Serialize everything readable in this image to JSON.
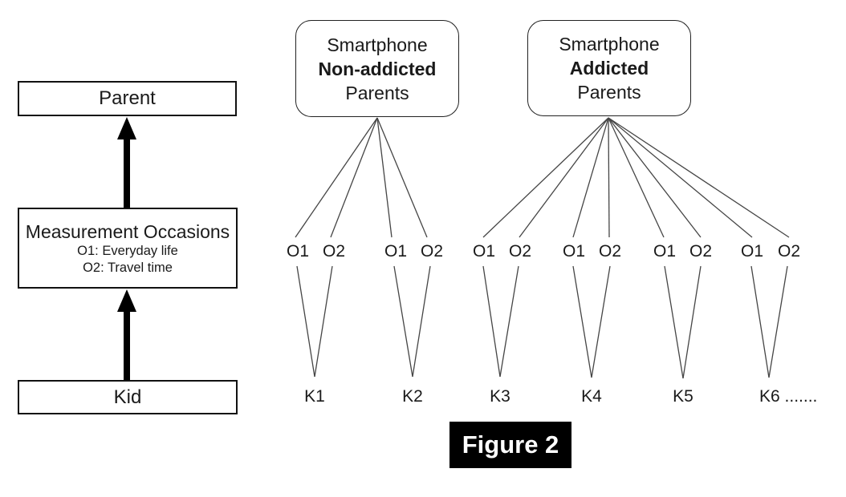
{
  "left_panel": {
    "parent_label": "Parent",
    "measurement": {
      "title": "Measurement Occasions",
      "occasion1": "O1: Everyday life",
      "occasion2": "O2: Travel time"
    },
    "kid_label": "Kid"
  },
  "groups": {
    "non_addicted": {
      "line1": "Smartphone",
      "line2": "Non-addicted",
      "line3": "Parents"
    },
    "addicted": {
      "line1": "Smartphone",
      "line2": "Addicted",
      "line3": "Parents"
    }
  },
  "occasions": [
    "O1",
    "O2",
    "O1",
    "O2",
    "O1",
    "O2",
    "O1",
    "O2",
    "O1",
    "O2",
    "O1",
    "O2"
  ],
  "kids": [
    "K1",
    "K2",
    "K3",
    "K4",
    "K5",
    "K6 ......."
  ],
  "caption": "Figure 2",
  "colors": {
    "line": "#454545",
    "border": "#111111",
    "caption_bg": "#000000",
    "caption_text": "#ffffff"
  }
}
